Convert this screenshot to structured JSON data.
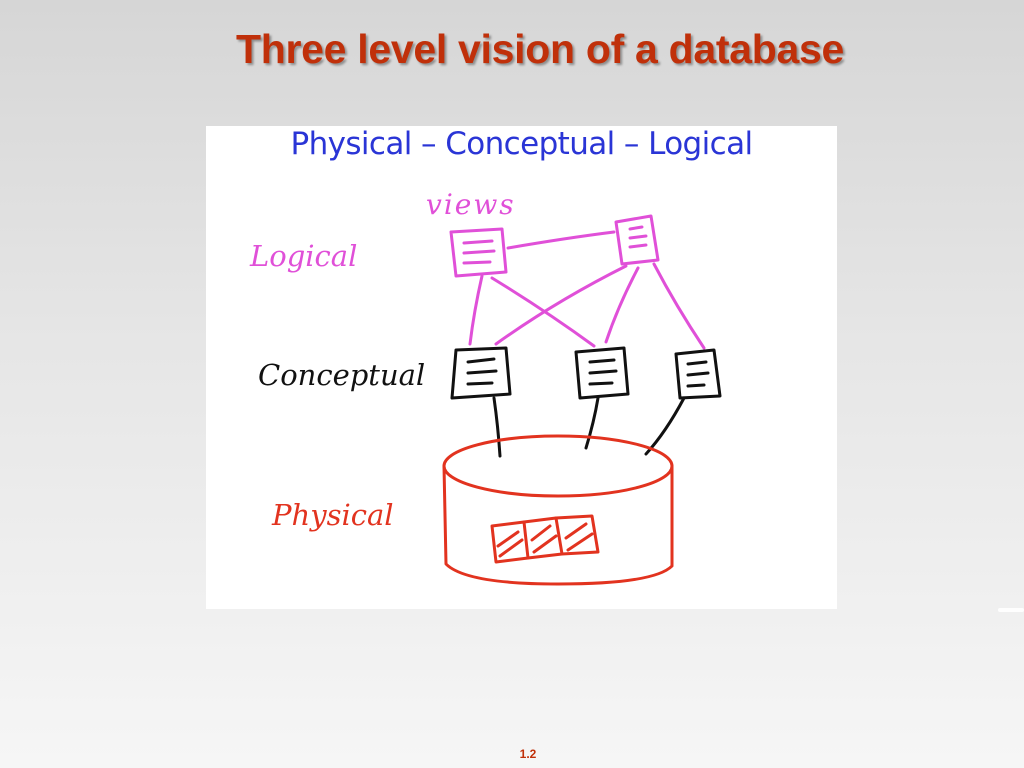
{
  "slide": {
    "title": "Three level vision of a database",
    "page_number": "1.2"
  },
  "diagram": {
    "heading": "Physical – Conceptual – Logical",
    "views_label": "views",
    "levels": {
      "logical": "Logical",
      "conceptual": "Conceptual",
      "physical": "Physical"
    },
    "colors": {
      "title": "#c0300a",
      "heading": "#2a35d6",
      "logical": "#e050d8",
      "conceptual": "#111111",
      "physical": "#e2331f"
    }
  }
}
